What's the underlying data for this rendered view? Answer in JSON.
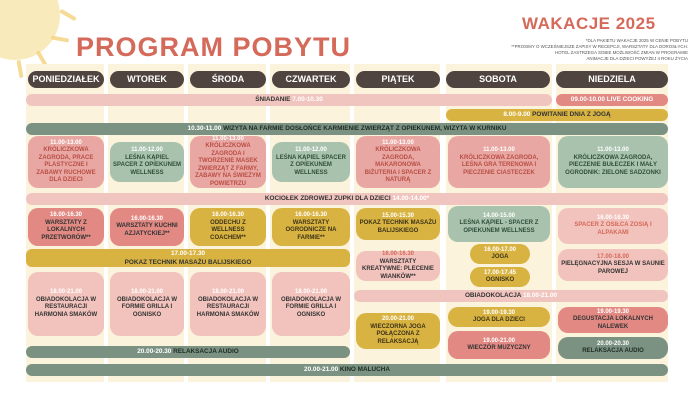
{
  "header": {
    "title": "PROGRAM POBYTU",
    "season": "WAKACJE 2025",
    "notes": [
      "*DLA PAKIETU WAKACJE 2025 W CENIE POBYTU",
      "**PROSIMY O WCZEŚNIEJSZE ZAPISY W RECEPCJI, WARSZTATY DLA DOROSŁYCH.",
      "HOTEL ZASTRZEGA SOBIE MOŻLIWOŚĆ ZMIAN W PROGRAMIE",
      "ANIMACJE DLA DZIECI POWYŻEJ 4 ROKU ŻYCIA"
    ]
  },
  "days": [
    "PONIEDZIAŁEK",
    "WTOREK",
    "ŚRODA",
    "CZWARTEK",
    "PIĄTEK",
    "SOBOTA",
    "NIEDZIELA"
  ],
  "bars": {
    "breakfast": {
      "label": "ŚNIADANIE",
      "time": "7.00-10.30"
    },
    "live_cooking": {
      "time": "09.00-10.00",
      "label": "LIVE COOKING"
    },
    "yoga_greeting": {
      "time": "8.00-9.00",
      "label": "POWITANIE DNIA Z JOGĄ"
    },
    "farm": {
      "time": "10.30-11.00",
      "label": "WIZYTA NA FARMIE DOSŁOŃCE KARMIENIE ZWIERZĄT Z OPIEKUNEM, WIZYTA W KURNIKU"
    },
    "soup": {
      "label": "KOCIOŁEK ZDROWEJ ZUPKI DLA DZIECI",
      "time": "14.00-14.00*"
    },
    "massage_mon": {
      "time": "17.00-17.30",
      "label": "POKAZ TECHNIK MASAŻU BALIJSKIEGO"
    },
    "supper_fri": {
      "label": "OBIADOKOLACJA",
      "time": "18.00-21.00"
    },
    "relax": {
      "time": "20.00-20.30",
      "label": "RELAKSACJA AUDIO"
    },
    "kino": {
      "time": "20.00-21.00",
      "label": "KINO MALUCHA"
    }
  },
  "cells": {
    "mon1": {
      "time": "11.00-13.00",
      "text": "KRÓLICZKOWA ZAGRODA, PRACE PLASTYCZNE I ZABAWY RUCHOWE DLA DZIECI"
    },
    "tue1": {
      "time": "11.00-12.00",
      "text": "LEŚNA KĄPIEL SPACER Z OPIEKUNEM WELLNESS"
    },
    "wed1": {
      "time": "11.00-13.00",
      "text": "KRÓLICZKOWA ZAGRODA I TWORZENIE MASEK ZWIERZĄT Z FARMY, ZABAWY NA ŚWIEŻYM POWIETRZU"
    },
    "thu1": {
      "time": "11.00-12.00",
      "text": "LEŚNA KĄPIEL SPACER Z OPIEKUNEM WELLNESS"
    },
    "fri1": {
      "time": "11.00-13.00",
      "text": "KRÓLICZKOWA ZAGRODA, MAKARONOWA BIŻUTERIA I SPACER Z NATURĄ"
    },
    "sat1": {
      "time": "11.00-13.00",
      "text": "KRÓLICZKOWA ZAGRODA, LEŚNA GRA TERENOWA I PIECZENIE CIASTECZEK"
    },
    "sun1": {
      "time": "11.00-13.00",
      "text": "KRÓLICZKOWA ZAGRODA, PIECZENIE BUŁECZEK I MAŁY OGRODNIK: ZIELONE SADZONKI"
    },
    "mon2": {
      "time": "16.00-16.30",
      "text": "WARSZTATY Z LOKALNYCH PRZETWORÓW**"
    },
    "tue2": {
      "time": "16.00-16.30",
      "text": "WARSZTATY KUCHNI AZJATYCKIEJ**"
    },
    "wed2": {
      "time": "16.00-16.30",
      "text": "ODDECHU Z WELLNESS COACHEM**"
    },
    "thu2": {
      "time": "16.00-16.30",
      "text": "WARSZTATY OGRODNICZE NA FARMIE**"
    },
    "fri2": {
      "time": "15.00-15.30",
      "text": "POKAZ TECHNIK MASAŻU BALIJSKIEGO"
    },
    "fri3": {
      "time": "16.00-16.30",
      "text": "WARSZTATY KREATYWNE: PLECENIE WIANKÓW**"
    },
    "sat2": {
      "time": "14.00-15.00",
      "text": "LEŚNA KĄPIEL - SPACER Z OPIEKUNEM WELLNESS"
    },
    "sat3": {
      "time": "16.00-17.00",
      "text": "JOGA"
    },
    "sat4": {
      "time": "17.00-17.45",
      "text": "OGNISKO"
    },
    "sun2": {
      "time": "16.00-16.30",
      "text": "SPACER Z OSIŁCA ZOSIĄ I ALPAKAMI"
    },
    "sun3": {
      "time": "17.00-18.00",
      "text": "PIELĘGNACYJNA SESJA W SAUNIE PAROWEJ"
    },
    "mon3": {
      "time": "18.00-21.00",
      "text": "OBIADOKOLACJA W RESTAURACJI HARMONIA SMAKÓW"
    },
    "tue3": {
      "time": "18.00-21.00",
      "text": "OBIADOKOLACJA W FORMIE GRILLA I OGNISKO"
    },
    "wed3": {
      "time": "18.00-21.00",
      "text": "OBIADOKOLACJA W RESTAURACJI HARMONIA SMAKÓW"
    },
    "thu3": {
      "time": "18.00-21.00",
      "text": "OBIADOKOLACJA W FORMIE GRILLA I OGNISKO"
    },
    "fri4": {
      "time": "20.00-21.00",
      "text": "WIECZORNA JOGA POŁĄCZONA Z RELAKSACJĄ"
    },
    "sat5": {
      "time": "19.00-19.30",
      "text": "JOGA DLA DZIECI"
    },
    "sat6": {
      "time": "19.00-21.00",
      "text": "WIECZÓR MUZYCZNY"
    },
    "sun4": {
      "time": "19.00-19.30",
      "text": "DEGUSTACJA LOKALNYCH NALEWEK"
    },
    "sun5": {
      "time": "20.00-20.30",
      "text": "RELAKSACJA AUDIO"
    }
  }
}
